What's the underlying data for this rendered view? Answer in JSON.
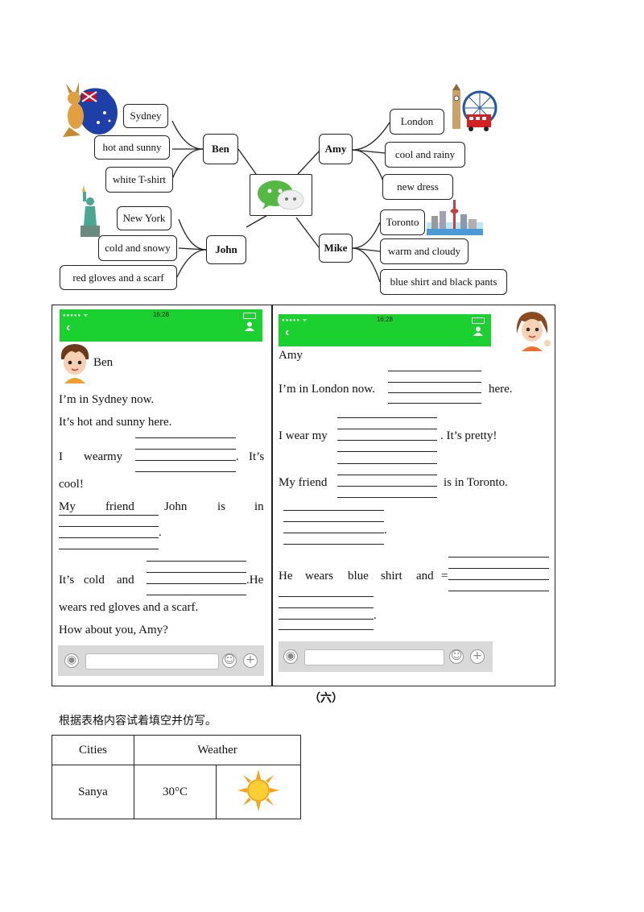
{
  "mindmap": {
    "center_icon": "wechat-icon",
    "people": {
      "ben": {
        "name": "Ben",
        "city": "Sydney",
        "weather": "hot and sunny",
        "clothes": "white T-shirt"
      },
      "john": {
        "name": "John",
        "city": "New York",
        "weather": "cold and snowy",
        "clothes": "red gloves and a scarf"
      },
      "amy": {
        "name": "Amy",
        "city": "London",
        "weather": "cool and rainy",
        "clothes": "new dress"
      },
      "mike": {
        "name": "Mike",
        "city": "Toronto",
        "weather": "warm and cloudy",
        "clothes": "blue shirt and black pants"
      }
    }
  },
  "chat_left": {
    "status_time": "16:28",
    "sender": "Ben",
    "lines": {
      "l1": "I’m in Sydney now.",
      "l2": "It’s hot and sunny here.",
      "l3a": "I",
      "l3b": "wear",
      "l3c": "my",
      "l3d": ".",
      "l3e": "It’s",
      "l4": "cool!",
      "l5a": "My",
      "l5b": "friend",
      "l5c": "John",
      "l5d": "is",
      "l5e": "in",
      "l6": ".",
      "l7a": "It’s",
      "l7b": "cold",
      "l7c": "and",
      "l7d": ".He",
      "l8": "wears red gloves and a scarf.",
      "l9": "How about you, Amy?"
    }
  },
  "chat_right": {
    "status_time": "16:28",
    "sender": "Amy",
    "lines": {
      "l1a": "I’m in London now.",
      "l1b": "here.",
      "l2a": "I wear my",
      "l2b": ". It’s pretty!",
      "l3a": "My friend",
      "l3b": "is in Toronto.",
      "l4": ".",
      "l5a": "He",
      "l5b": "wears",
      "l5c": "blue",
      "l5d": "shirt",
      "l5e": "and",
      "l5f": "=",
      "l6": "."
    }
  },
  "section_title": "（六）",
  "instruction": "根据表格内容试着填空并仿写。",
  "table": {
    "headers": [
      "Cities",
      "Weather"
    ],
    "row": {
      "city": "Sanya",
      "temp": "30°C",
      "icon": "sun-icon"
    }
  }
}
